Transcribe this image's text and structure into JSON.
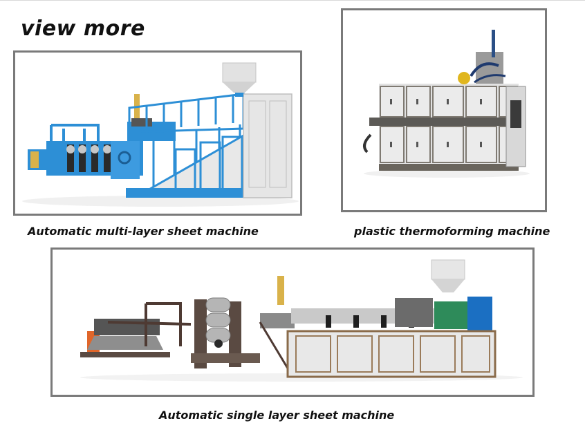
{
  "header": {
    "title": "view more"
  },
  "products": [
    {
      "caption": "Automatic multi-layer sheet machine",
      "image_icon": "multi-layer-sheet-machine-photo"
    },
    {
      "caption": "plastic thermoforming machine",
      "image_icon": "thermoforming-machine-photo"
    },
    {
      "caption": "Automatic single layer sheet machine",
      "image_icon": "single-layer-sheet-machine-photo"
    }
  ],
  "colors": {
    "frame_border": "#7a7a7a",
    "machine_blue": "#2d8fd6",
    "machine_grey_panel": "#e6e6e6",
    "machine_dark_frame": "#5a4a42",
    "accent_orange": "#e0662a"
  }
}
